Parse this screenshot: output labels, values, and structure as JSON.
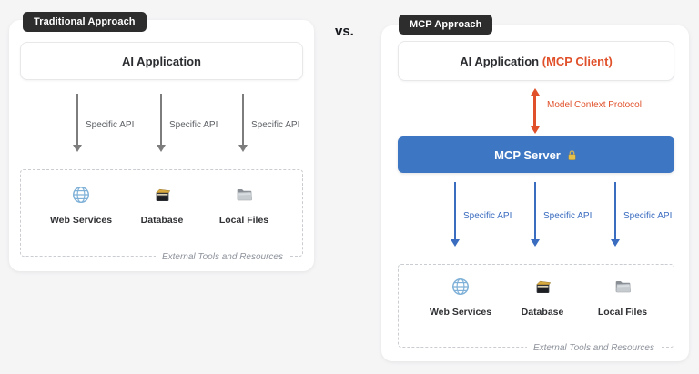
{
  "page": {
    "vs_label": "vs."
  },
  "colors": {
    "background": "#f5f5f6",
    "badge_bg": "#2d2d2d",
    "gray_arrow": "#7d7d7d",
    "orange_accent": "#e0512b",
    "server_blue": "#3d76c3",
    "blue_arrow": "#3a6cc0",
    "globe_blue": "#7fb1d8"
  },
  "traditional": {
    "badge": "Traditional Approach",
    "app_label": "AI Application",
    "api_labels": [
      "Specific API",
      "Specific API",
      "Specific API"
    ],
    "tools": {
      "items": [
        {
          "label": "Web Services",
          "icon": "globe-icon"
        },
        {
          "label": "Database",
          "icon": "card-file-box-icon"
        },
        {
          "label": "Local Files",
          "icon": "folder-icon"
        }
      ],
      "caption": "External Tools and Resources"
    }
  },
  "mcp": {
    "badge": "MCP Approach",
    "app_label": "AI Application",
    "app_suffix": "(MCP Client)",
    "protocol_label": "Model Context Protocol",
    "server_label": "MCP Server",
    "api_labels": [
      "Specific API",
      "Specific API",
      "Specific API"
    ],
    "tools": {
      "items": [
        {
          "label": "Web Services",
          "icon": "globe-icon"
        },
        {
          "label": "Database",
          "icon": "card-file-box-icon"
        },
        {
          "label": "Local Files",
          "icon": "folder-icon"
        }
      ],
      "caption": "External Tools and Resources"
    }
  }
}
